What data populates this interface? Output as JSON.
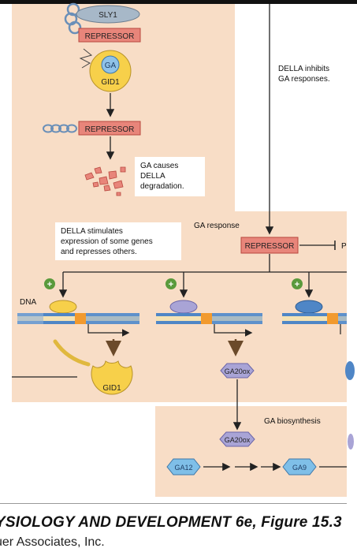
{
  "labels": {
    "sly1": "SLY1",
    "repressor": "REPRESSOR",
    "ga": "GA",
    "gid1": "GID1",
    "della_inhibits_1": "DELLA inhibits",
    "della_inhibits_2": "GA responses.",
    "ga_causes_1": "GA causes",
    "ga_causes_2": "DELLA",
    "ga_causes_3": "degradation.",
    "della_stimulates_1": "DELLA stimulates",
    "della_stimulates_2": "expression of some genes",
    "della_stimulates_3": "and represses others.",
    "ga_response": "GA response",
    "repressor_box": "REPRESSOR",
    "dna": "DNA",
    "gid1_bottom": "GID1",
    "ga20ox_1": "GA20ox",
    "ga20ox_2": "GA20ox",
    "ga_biosynthesis": "GA biosynthesis",
    "ga12": "GA12",
    "ga9": "GA9",
    "plus": "+"
  },
  "footer": {
    "title": "YSIOLOGY AND DEVELOPMENT 6e, Figure 15.3",
    "subtitle": "uer Associates, Inc."
  },
  "colors": {
    "panel": "#f8ddc6",
    "repressor_fill": "#e8857a",
    "repressor_stroke": "#b8483f",
    "gid1_fill": "#f7d04a",
    "ga_fill": "#8fc2e8",
    "ga20ox_fill": "#a9a4d6",
    "ga12_fill": "#7fbfe8",
    "plus_fill": "#5a9a3c",
    "dna_blue": "#4f86c6",
    "dna_cream": "#f4e2b4",
    "dna_orange": "#f29a2e"
  }
}
